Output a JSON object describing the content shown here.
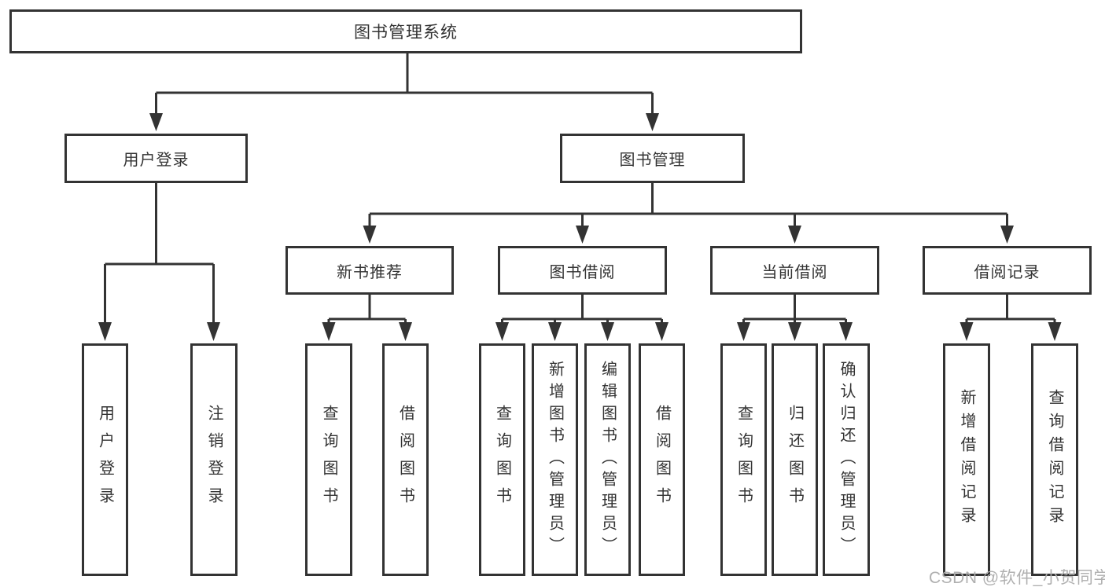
{
  "diagram": {
    "root": {
      "label": "图书管理系统"
    },
    "level1": [
      {
        "label": "用户登录"
      },
      {
        "label": "图书管理"
      }
    ],
    "level2": [
      {
        "label": "新书推荐"
      },
      {
        "label": "图书借阅"
      },
      {
        "label": "当前借阅"
      },
      {
        "label": "借阅记录"
      }
    ],
    "leaves": [
      {
        "label": "用户登录"
      },
      {
        "label": "注销登录"
      },
      {
        "label": "查询图书"
      },
      {
        "label": "借阅图书"
      },
      {
        "label": "查询图书"
      },
      {
        "label": "新增图书（管理员）"
      },
      {
        "label": "编辑图书（管理员）"
      },
      {
        "label": "借阅图书"
      },
      {
        "label": "查询图书"
      },
      {
        "label": "归还图书"
      },
      {
        "label": "确认归还（管理员）"
      },
      {
        "label": "新增借阅记录"
      },
      {
        "label": "查询借阅记录"
      }
    ],
    "colors": {
      "line": "#333333",
      "box_border": "#333333",
      "text": "#333333",
      "background": "#ffffff",
      "watermark": "#acacac"
    }
  },
  "watermark": {
    "text": "CSDN @软件_小贺同学"
  }
}
